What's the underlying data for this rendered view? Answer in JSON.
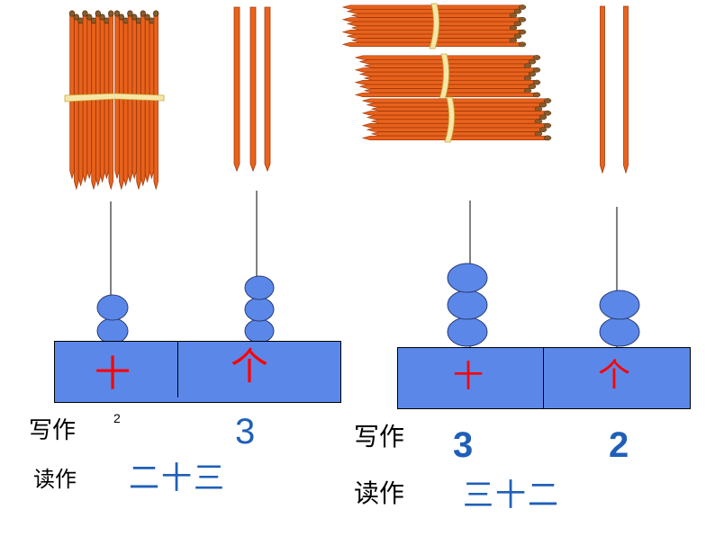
{
  "left_panel": {
    "tens_label": "十",
    "ones_label": "个",
    "write_label": "写作",
    "tens_digit": "2",
    "ones_digit": "3",
    "read_label": "读作",
    "reading": "二十三"
  },
  "right_panel": {
    "tens_label": "十",
    "ones_label": "个",
    "write_label": "写作",
    "tens_digit": "3",
    "ones_digit": "2",
    "read_label": "读作",
    "reading": "三十二"
  },
  "colors": {
    "stick": "#e8621c",
    "stick_edge": "#a33a0a",
    "stick_tip": "#8a5a2a",
    "band": "#f5e6a8",
    "bead": "#5b88e8",
    "box": "#5b88e8",
    "place_text": "#ff0000",
    "number_text": "#1f5fb8"
  }
}
